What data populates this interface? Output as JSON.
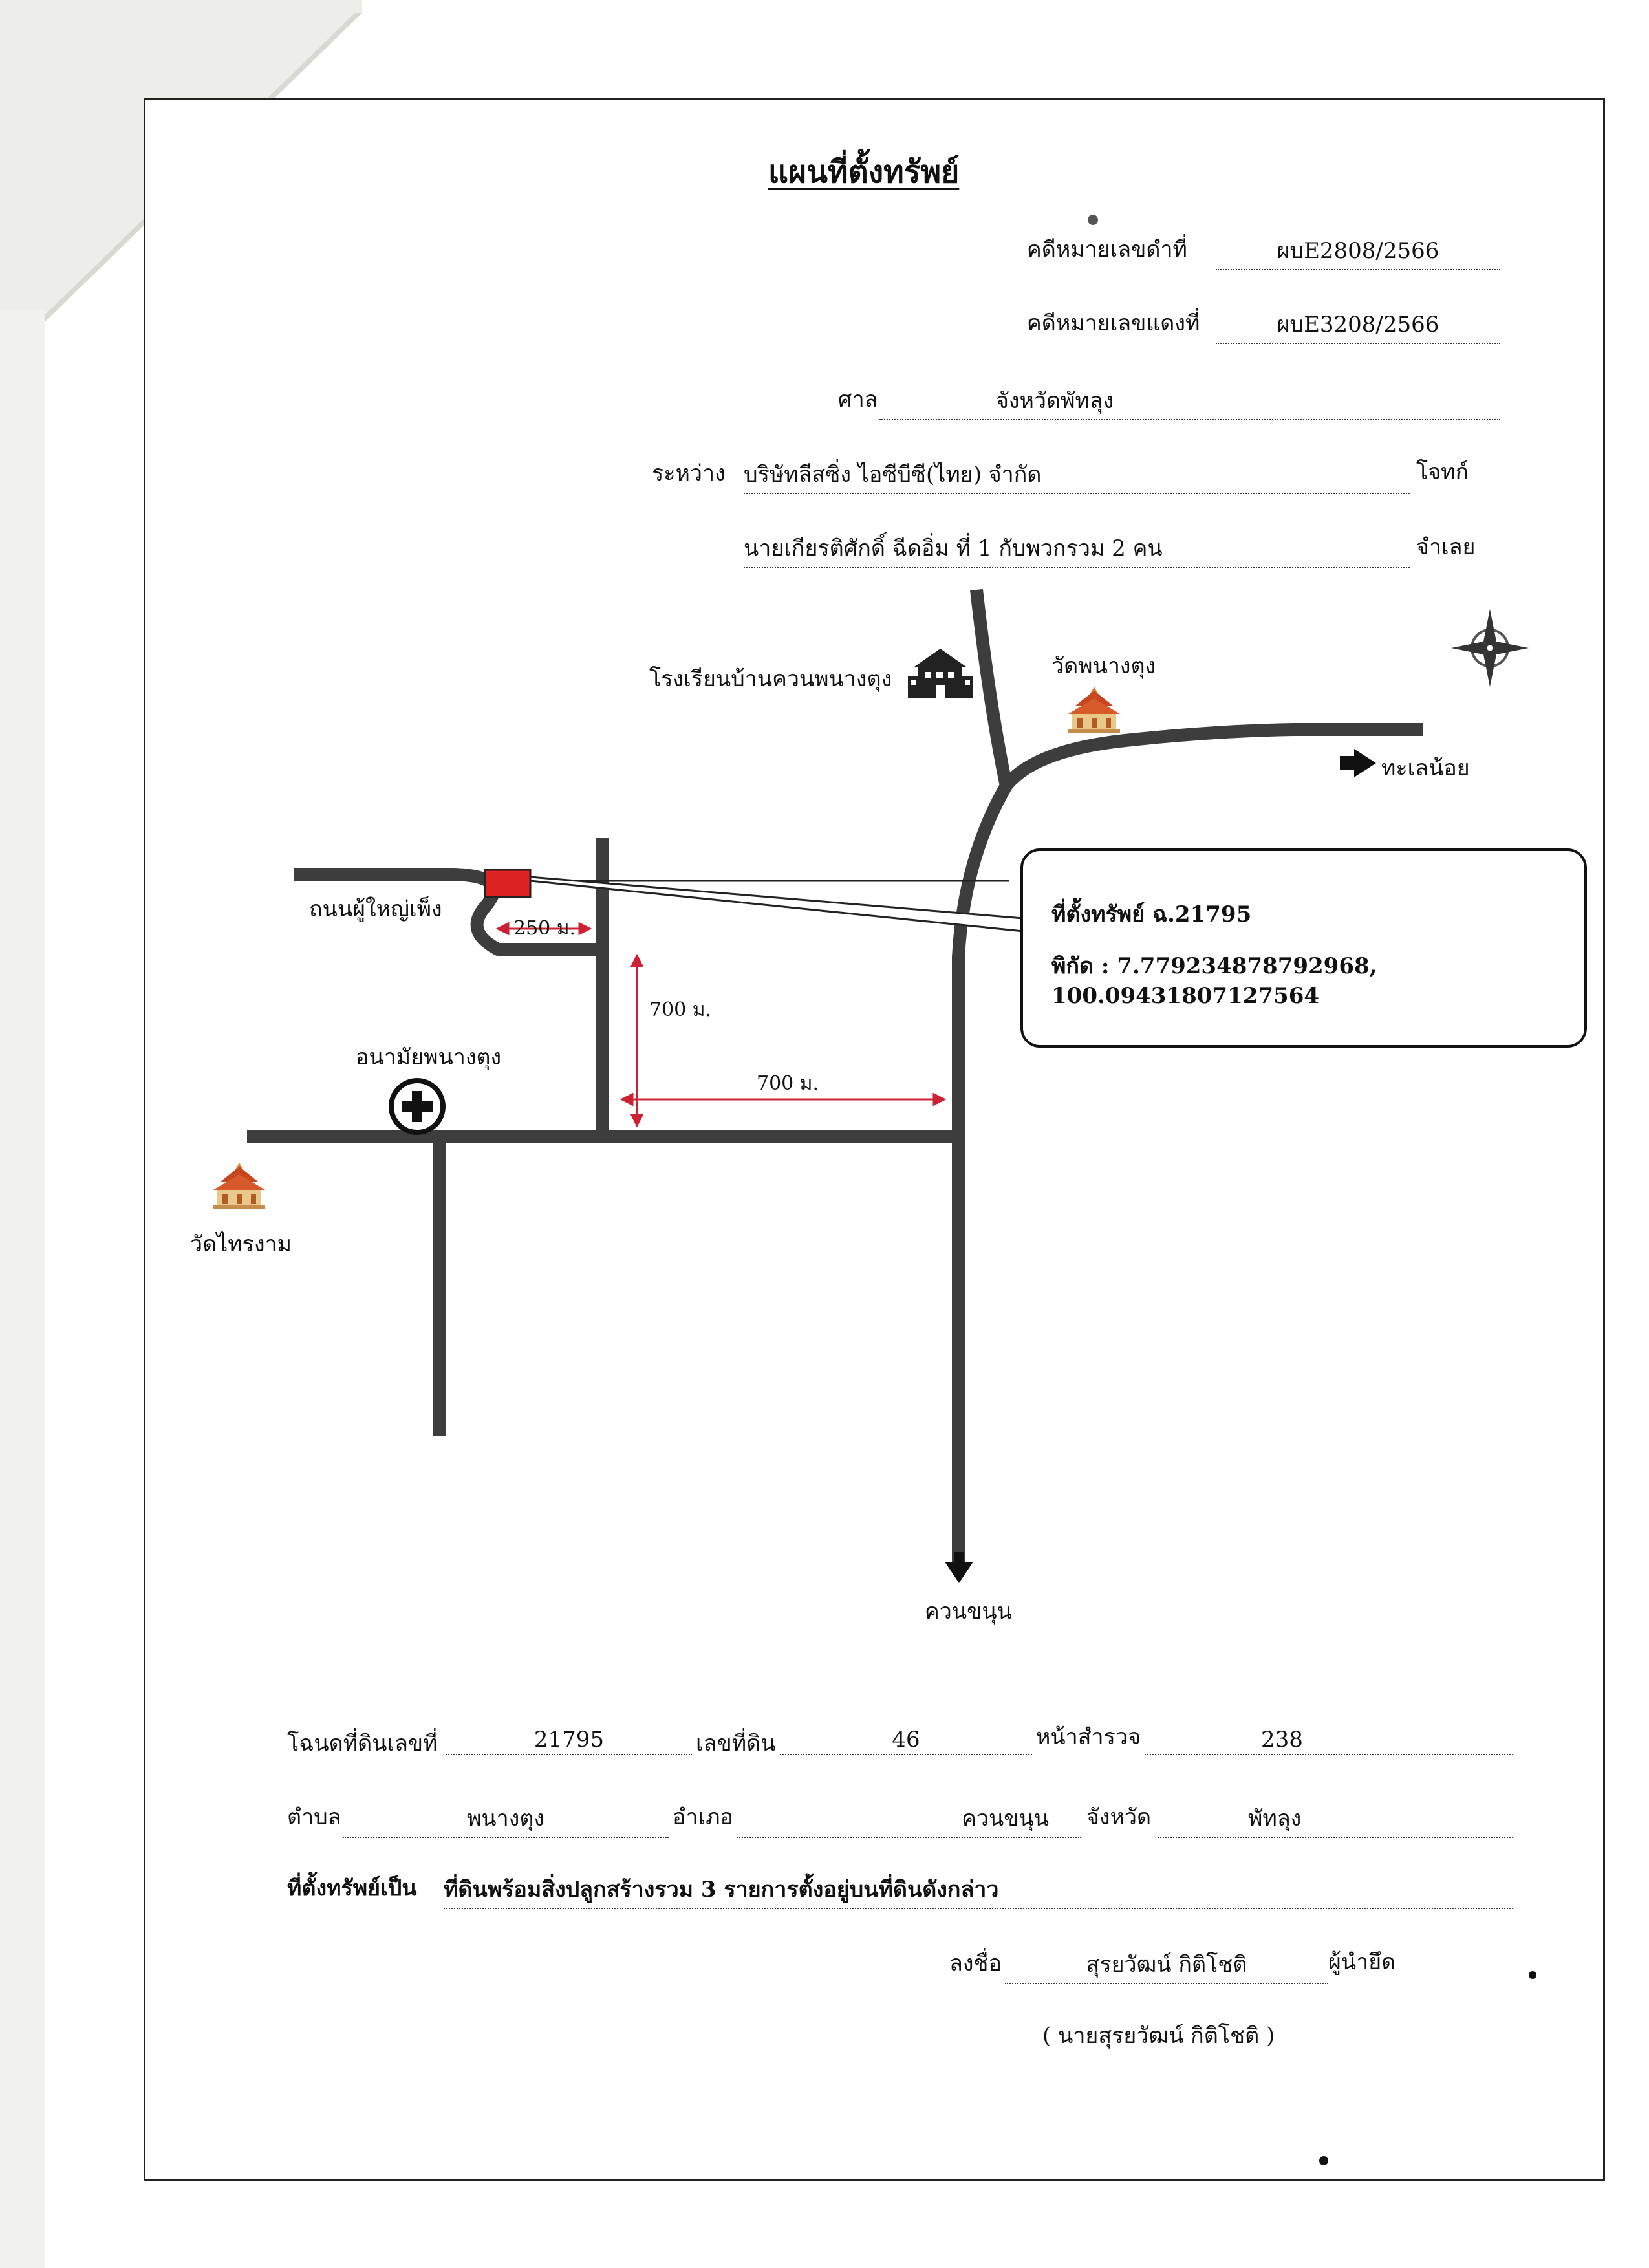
{
  "document": {
    "title": "แผนที่ตั้งทรัพย์",
    "black_case_label": "คดีหมายเลขดำที่",
    "black_case_value": "ผบE2808/2566",
    "red_case_label": "คดีหมายเลขแดงที่",
    "red_case_value": "ผบE3208/2566",
    "court_label": "ศาล",
    "court_value": "จังหวัดพัทลุง",
    "between_label": "ระหว่าง",
    "plaintiff_value": "บริษัทลีสซิ่ง ไอซีบีซี(ไทย) จำกัด",
    "plaintiff_label": "โจทก์",
    "defendant_value": "นายเกียรติศักดิ์ ฉีดอิ่ม ที่ 1 กับพวกรวม 2 คน",
    "defendant_label": "จำเลย"
  },
  "map": {
    "school_label": "โรงเรียนบ้านควนพนางตุง",
    "temple_north_label": "วัดพนางตุง",
    "direction_east_label": "ทะเลน้อย",
    "road_label": "ถนนผู้ใหญ่เพ็ง",
    "dist_250": "250 ม.",
    "dist_700_vertical": "700 ม.",
    "dist_700_horizontal": "700 ม.",
    "health_center_label": "อนามัยพนางตุง",
    "temple_west_label": "วัดไทรงาม",
    "direction_south_label": "ควนขนุน",
    "callout_title": "ที่ตั้งทรัพย์ ฉ.21795",
    "callout_coords": "พิกัด : 7.779234878792968, 100.09431807127564",
    "colors": {
      "road": "#3d3d3d",
      "dimension": "#cc2233",
      "property": "#dd2222"
    }
  },
  "details": {
    "title_deed_label": "โฉนดที่ดินเลขที่",
    "title_deed_value": "21795",
    "land_no_label": "เลขที่ดิน",
    "land_no_value": "46",
    "survey_page_label": "หน้าสำรวจ",
    "survey_page_value": "238",
    "subdistrict_label": "ตำบล",
    "subdistrict_value": "พนางตุง",
    "district_label": "อำเภอ",
    "district_value": "ควนขนุน",
    "province_label": "จังหวัด",
    "province_value": "พัทลุง",
    "property_label": "ที่ตั้งทรัพย์เป็น",
    "property_value": "ที่ดินพร้อมสิ่งปลูกสร้างรวม 3 รายการตั้งอยู่บนที่ดินดังกล่าว",
    "sign_label": "ลงชื่อ",
    "sign_value": "สุรยวัฒน์ กิติโชติ",
    "seizer_label": "ผู้นำยึด",
    "printed_name": "( นายสุรยวัฒน์ กิติโชติ )"
  }
}
